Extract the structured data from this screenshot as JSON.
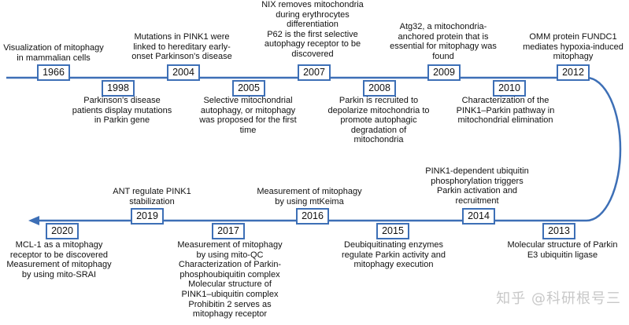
{
  "events": [
    {
      "year": "1966",
      "text": "Visualization of mitophagy\nin mammalian cells"
    },
    {
      "year": "1998",
      "text": "Parkinson's disease\npatients display mutations\nin Parkin gene"
    },
    {
      "year": "2004",
      "text": "Mutations in PINK1 were\nlinked to hereditary early-\nonset Parkinson's disease"
    },
    {
      "year": "2005",
      "text": "Selective mitochondrial\nautophagy, or mitophagy\nwas proposed for the first\ntime"
    },
    {
      "year": "2007",
      "text": "NIX removes mitochondria\nduring erythrocytes\ndifferentiation\nP62 is the first selective\nautophagy receptor to be\ndiscovered"
    },
    {
      "year": "2008",
      "text": "Parkin is recruited to\ndepolarize mitochondria to\npromote autophagic\ndegradation of\nmitochondria"
    },
    {
      "year": "2009",
      "text": "Atg32, a mitochondria-\nanchored protein that is\nessential for mitophagy was\nfound"
    },
    {
      "year": "2010",
      "text": "Characterization of the\nPINK1–Parkin pathway in\nmitochondrial elimination"
    },
    {
      "year": "2012",
      "text": "OMM protein FUNDC1\nmediates hypoxia-induced\nmitophagy"
    },
    {
      "year": "2013",
      "text": "Molecular structure of Parkin\nE3 ubiquitin ligase"
    },
    {
      "year": "2014",
      "text": "PINK1-dependent ubiquitin\nphosphorylation triggers\nParkin activation and\nrecruitment"
    },
    {
      "year": "2015",
      "text": "Deubiquitinating enzymes\nregulate Parkin activity and\nmitophagy execution"
    },
    {
      "year": "2016",
      "text": "Measurement of mitophagy\nby using mtKeima"
    },
    {
      "year": "2017",
      "text": "Measurement of mitophagy\nby using mito-QC\nCharacterization of Parkin-\nphosphoubiquitin complex\nMolecular structure of\nPINK1–ubiquitin complex\nProhibitin 2 serves as\nmitophagy receptor"
    },
    {
      "year": "2019",
      "text": "ANT regulate PINK1\nstabilization"
    },
    {
      "year": "2020",
      "text": "MCL-1 as a mitophagy\nreceptor to be discovered\nMeasurement of mitophagy\nby using mito-SRAI"
    }
  ],
  "colors": {
    "line": "#3d6fb6",
    "box_border": "#3d6fb6"
  },
  "watermark": "知乎 @科研根号三"
}
